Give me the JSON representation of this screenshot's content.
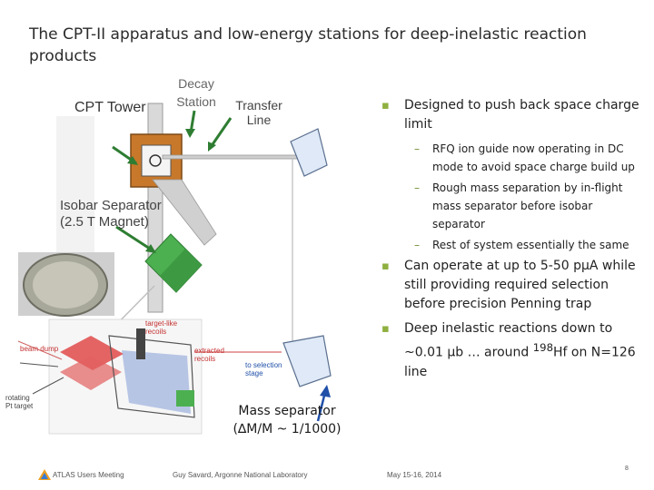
{
  "slide": {
    "title": "The CPT-II apparatus and low-energy stations for deep-inelastic reaction products"
  },
  "diagram": {
    "cpt_tower": "CPT Tower",
    "decay_station_line1": "Decay",
    "decay_station_line2": "Station",
    "transfer_line_line1": "Transfer",
    "transfer_line_line2": "Line",
    "isobar_line1": "Isobar Separator",
    "isobar_line2": "(2.5 T Magnet)",
    "target_like": "target-like",
    "recoils": "recoils",
    "beam_dump": "beam dump",
    "extracted": "extracted",
    "recoils2": "recoils",
    "to_selection": "to selection",
    "stage": "stage",
    "rotating": "rotating",
    "pt_target": "Pt target",
    "mass_sep_line1": "Mass separator",
    "mass_sep_line2": "(∆M/M ~ 1/1000)"
  },
  "bullets": [
    {
      "text": "Designed to push back space charge limit",
      "level": 1
    },
    {
      "text": "RFQ ion guide now operating in DC mode to avoid space charge build up",
      "level": 2
    },
    {
      "text": "Rough mass separation by in-flight mass separator before isobar separator",
      "level": 2
    },
    {
      "text": "Rest of system essentially the same",
      "level": 2
    },
    {
      "text": "Can operate at up to 5-50 pμA while still providing required selection before precision Penning trap",
      "level": 1
    },
    {
      "text_before": "Deep inelastic reactions down to ~0.01 μb … around ",
      "sup": "198",
      "text_after": "Hf on N=126 line",
      "level": 1
    }
  ],
  "footer": {
    "meeting": "ATLAS Users Meeting",
    "author": "Guy Savard, Argonne National Laboratory",
    "date": "May 15-16, 2014",
    "page": "8"
  },
  "colors": {
    "accent_green": "#8fb040",
    "magnet_green": "#4caf50",
    "cpt_orange": "#c8782a",
    "arrow_blue": "#1f4fa8"
  }
}
